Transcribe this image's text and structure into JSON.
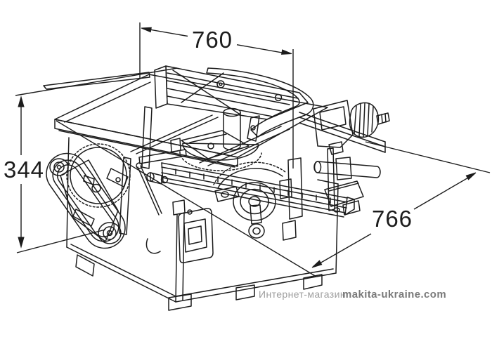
{
  "diagram": {
    "type": "isometric-technical-drawing",
    "subject": "benchtop table saw overall dimensions",
    "line_color": "#1c1c1c",
    "background": "#ffffff",
    "dimensions": {
      "width": "760",
      "height": "344",
      "depth": "766"
    }
  },
  "watermark": {
    "store_label": "Интернет-магазин",
    "site": "makita-ukraine.com",
    "store_label_color": "#9e9e9e",
    "site_color": "#7a7a7a"
  }
}
